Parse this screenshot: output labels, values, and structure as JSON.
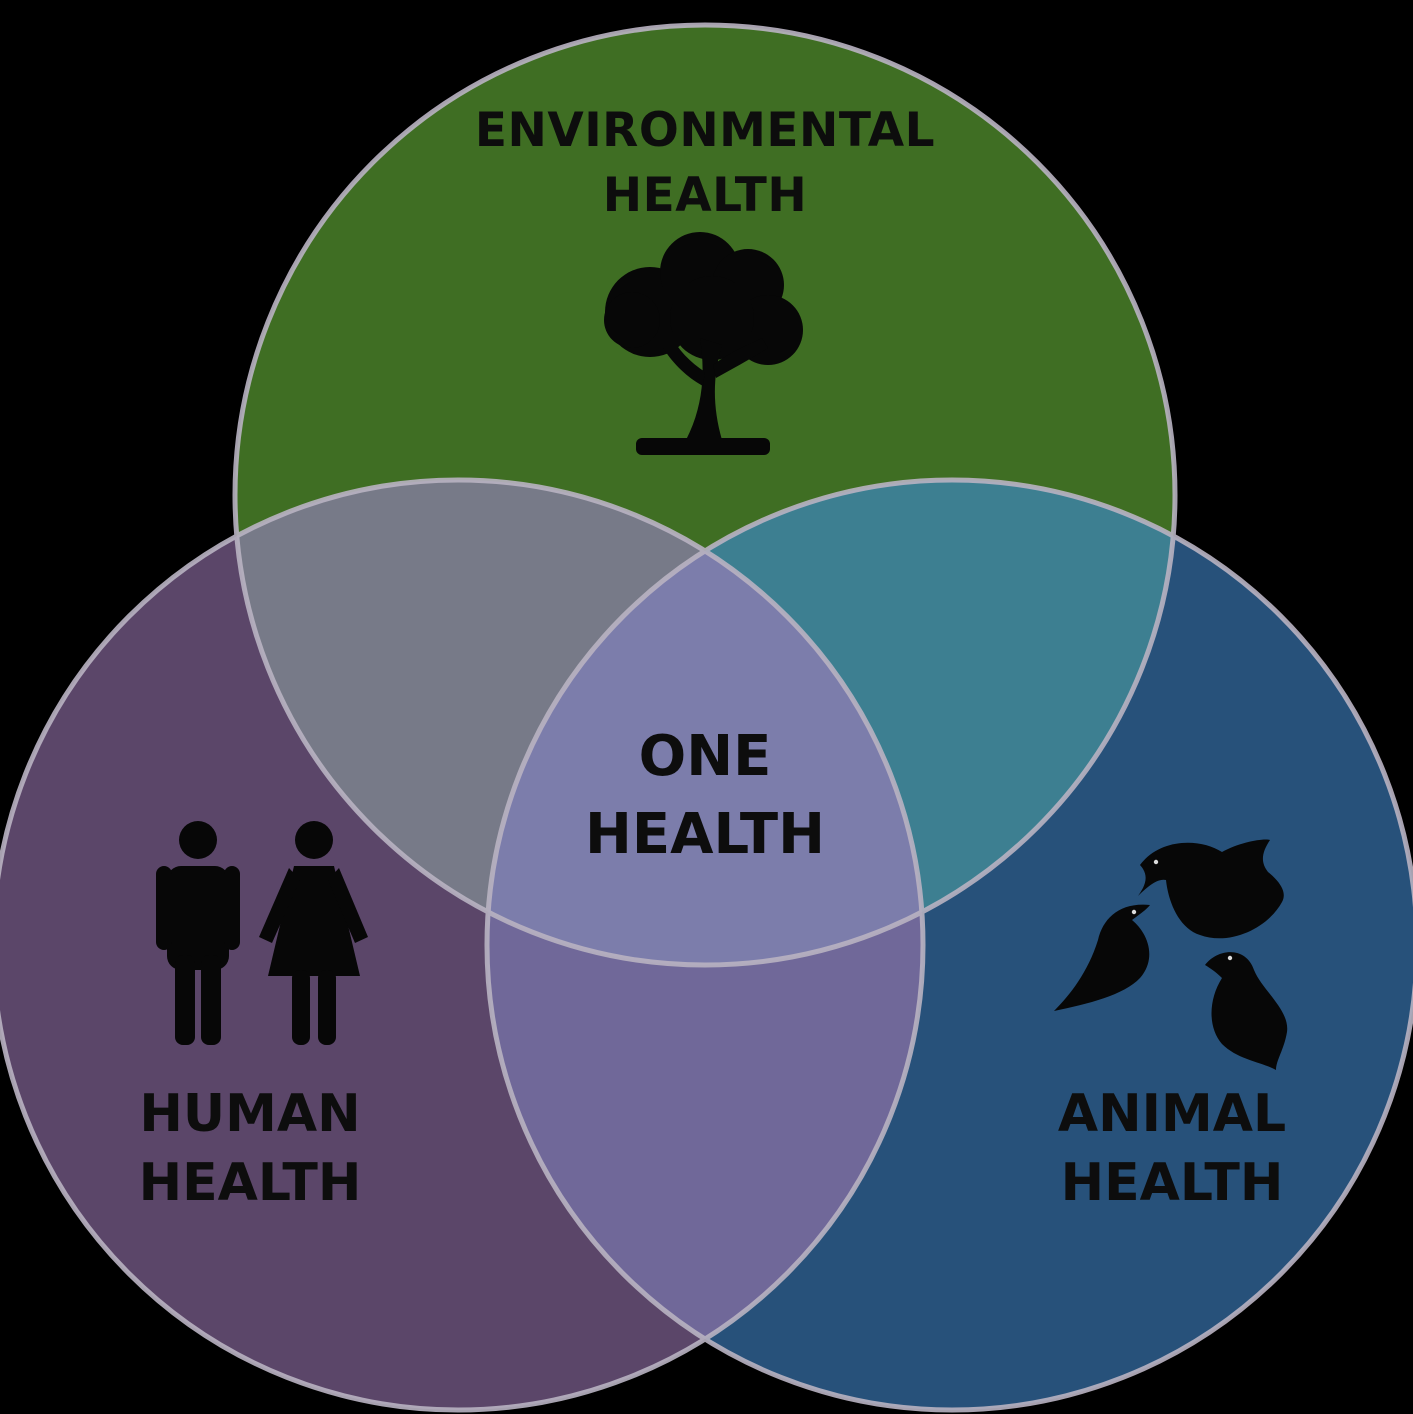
{
  "circles": [
    {
      "key": "environmental",
      "line1": "ENVIRONMENTAL",
      "line2": "HEALTH",
      "icon": "tree-icon",
      "color": "#3f6e23"
    },
    {
      "key": "human",
      "line1": "HUMAN",
      "line2": "HEALTH",
      "icon": "people-icon",
      "color": "#5b4669"
    },
    {
      "key": "animal",
      "line1": "ANIMAL",
      "line2": "HEALTH",
      "icon": "birds-icon",
      "color": "#27517a"
    }
  ],
  "center": {
    "line1": "ONE",
    "line2": "HEALTH"
  },
  "colors": {
    "background": "#000000",
    "outline": "#b9b3c2",
    "env_human_overlap": "#777a88",
    "env_animal_overlap": "#3d7f91",
    "human_animal_overlap": "#706899",
    "center_overlap": "#7c7dab"
  }
}
